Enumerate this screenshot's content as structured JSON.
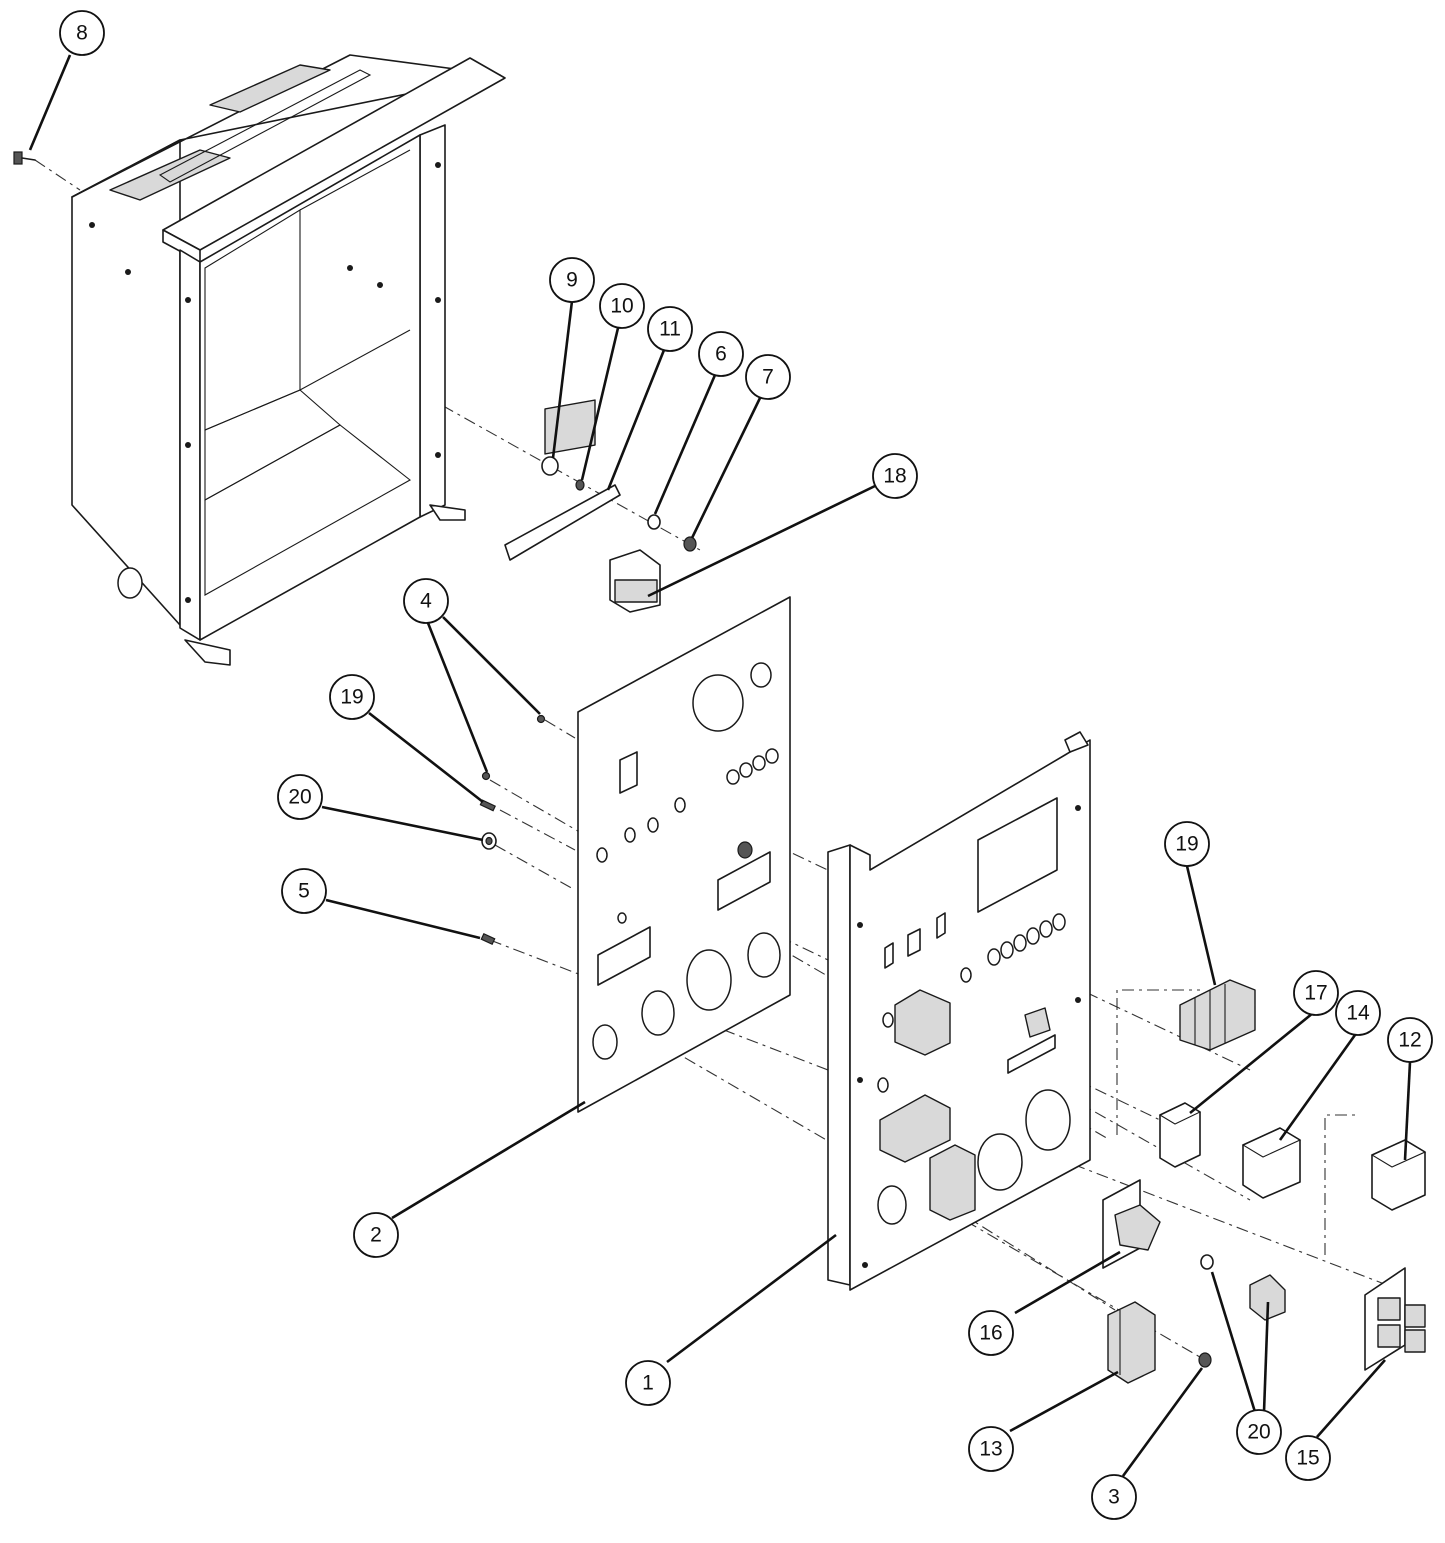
{
  "callouts": [
    {
      "id": "c8",
      "label": "8"
    },
    {
      "id": "c9",
      "label": "9"
    },
    {
      "id": "c10",
      "label": "10"
    },
    {
      "id": "c11",
      "label": "11"
    },
    {
      "id": "c6",
      "label": "6"
    },
    {
      "id": "c7",
      "label": "7"
    },
    {
      "id": "c18",
      "label": "18"
    },
    {
      "id": "c4",
      "label": "4"
    },
    {
      "id": "c19a",
      "label": "19"
    },
    {
      "id": "c20a",
      "label": "20"
    },
    {
      "id": "c5",
      "label": "5"
    },
    {
      "id": "c2",
      "label": "2"
    },
    {
      "id": "c1",
      "label": "1"
    },
    {
      "id": "c19b",
      "label": "19"
    },
    {
      "id": "c17",
      "label": "17"
    },
    {
      "id": "c14",
      "label": "14"
    },
    {
      "id": "c12",
      "label": "12"
    },
    {
      "id": "c16",
      "label": "16"
    },
    {
      "id": "c13",
      "label": "13"
    },
    {
      "id": "c3",
      "label": "3"
    },
    {
      "id": "c20b",
      "label": "20"
    },
    {
      "id": "c15",
      "label": "15"
    }
  ]
}
